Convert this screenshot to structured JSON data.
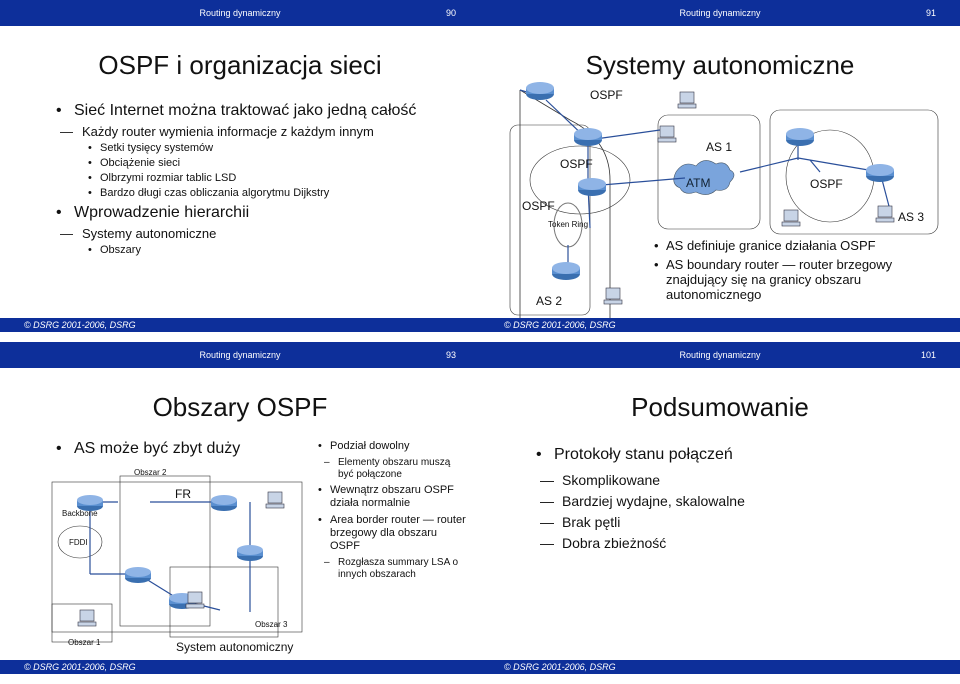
{
  "colors": {
    "header": "#0d2f9a",
    "router": "#3a6fb0",
    "atm": "#7aa4dc"
  },
  "slides": [
    {
      "header": "Routing dynamiczny",
      "page": "90",
      "footer": "© DSRG 2001-2006, DSRG",
      "title": "OSPF i organizacja sieci",
      "items": [
        {
          "level": 1,
          "text": "Sieć Internet można traktować jako jedną całość"
        },
        {
          "level": 2,
          "text": "Każdy router wymienia informacje z każdym innym"
        },
        {
          "level": 3,
          "text": "Setki tysięcy systemów"
        },
        {
          "level": 3,
          "text": "Obciążenie sieci"
        },
        {
          "level": 3,
          "text": "Olbrzymi rozmiar tablic LSD"
        },
        {
          "level": 3,
          "text": "Bardzo długi czas obliczania algorytmu Dijkstry"
        },
        {
          "level": 1,
          "text": "Wprowadzenie hierarchii"
        },
        {
          "level": 2,
          "text": "Systemy autonomiczne"
        },
        {
          "level": 3,
          "text": "Obszary"
        }
      ]
    },
    {
      "header": "Routing dynamiczny",
      "page": "91",
      "footer": "© DSRG 2001-2006, DSRG",
      "title": "Systemy autonomiczne",
      "diagram_labels": {
        "ospf_top": "OSPF",
        "ospf_mid": "OSPF",
        "ospf_left": "OSPF",
        "token_ring": "Token Ring",
        "as2": "AS 2",
        "as1": "AS 1",
        "atm": "ATM",
        "ospf_right": "OSPF",
        "as3": "AS 3"
      },
      "items": [
        {
          "level": 1,
          "text": "AS definiuje granice działania OSPF"
        },
        {
          "level": 1,
          "text": "AS boundary router — router brzegowy znajdujący się na granicy obszaru autonomicznego"
        }
      ]
    },
    {
      "header": "Routing dynamiczny",
      "page": "93",
      "footer": "© DSRG 2001-2006, DSRG",
      "title": "Obszary OSPF",
      "lead": "AS może być zbyt duży",
      "diagram_labels": {
        "obszar2": "Obszar 2",
        "fr": "FR",
        "backbone": "Backbone",
        "fddi": "FDDI",
        "obszar3": "Obszar 3",
        "obszar1": "Obszar 1",
        "system": "System autonomiczny"
      },
      "items": [
        {
          "level": 1,
          "text": "Podział dowolny"
        },
        {
          "level": 2,
          "text": "Elementy obszaru muszą być połączone"
        },
        {
          "level": 1,
          "text": "Wewnątrz obszaru OSPF działa normalnie"
        },
        {
          "level": 1,
          "text": "Area border router — router brzegowy dla obszaru OSPF"
        },
        {
          "level": 2,
          "text": "Rozgłasza summary LSA o innych obszarach"
        }
      ]
    },
    {
      "header": "Routing dynamiczny",
      "page": "101",
      "footer": "© DSRG 2001-2006, DSRG",
      "title": "Podsumowanie",
      "items": [
        {
          "level": 1,
          "text": "Protokoły stanu połączeń"
        },
        {
          "level": 2,
          "text": "Skomplikowane"
        },
        {
          "level": 2,
          "text": "Bardziej wydajne, skalowalne"
        },
        {
          "level": 2,
          "text": "Brak pętli"
        },
        {
          "level": 2,
          "text": "Dobra zbieżność"
        }
      ]
    }
  ]
}
